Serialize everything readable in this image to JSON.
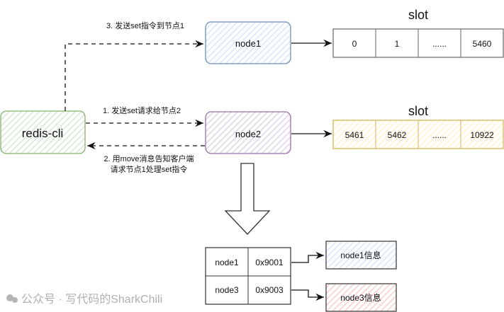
{
  "nodes": {
    "client": {
      "label": "redis-cli",
      "color": "#82b366",
      "fill": "#d5e8d4"
    },
    "node1": {
      "label": "node1",
      "color": "#6c8ebf",
      "fill": "#dae8fc"
    },
    "node2": {
      "label": "node2",
      "color": "#9673a6",
      "fill": "#e1d5e7"
    }
  },
  "slots": [
    {
      "title": "slot",
      "cells": [
        "0",
        "1",
        "......",
        "5460"
      ],
      "color": "#666666",
      "fill": "#f5f5f5"
    },
    {
      "title": "slot",
      "cells": [
        "5461",
        "5462",
        "......",
        "10922"
      ],
      "color": "#d6b656",
      "fill": "#fff2cc"
    }
  ],
  "edges": {
    "set_to_node2": "1. 发送set请求给节点2",
    "move_line1": "2. 用move消息告知客户端",
    "move_line2": "请求节点1处理set指令",
    "set_to_node1": "3. 发送set指令到节点1"
  },
  "table": {
    "rows": [
      {
        "node": "node1",
        "addr": "0x9001"
      },
      {
        "node": "node3",
        "addr": "0x9003"
      }
    ]
  },
  "info": [
    {
      "label": "node1信息",
      "color": "#6c8ebf",
      "fill": "#dae8fc"
    },
    {
      "label": "node3信息",
      "color": "#b85450",
      "fill": "#f8cecc"
    }
  ],
  "watermark": "公众号 · 写代码的SharkChili"
}
